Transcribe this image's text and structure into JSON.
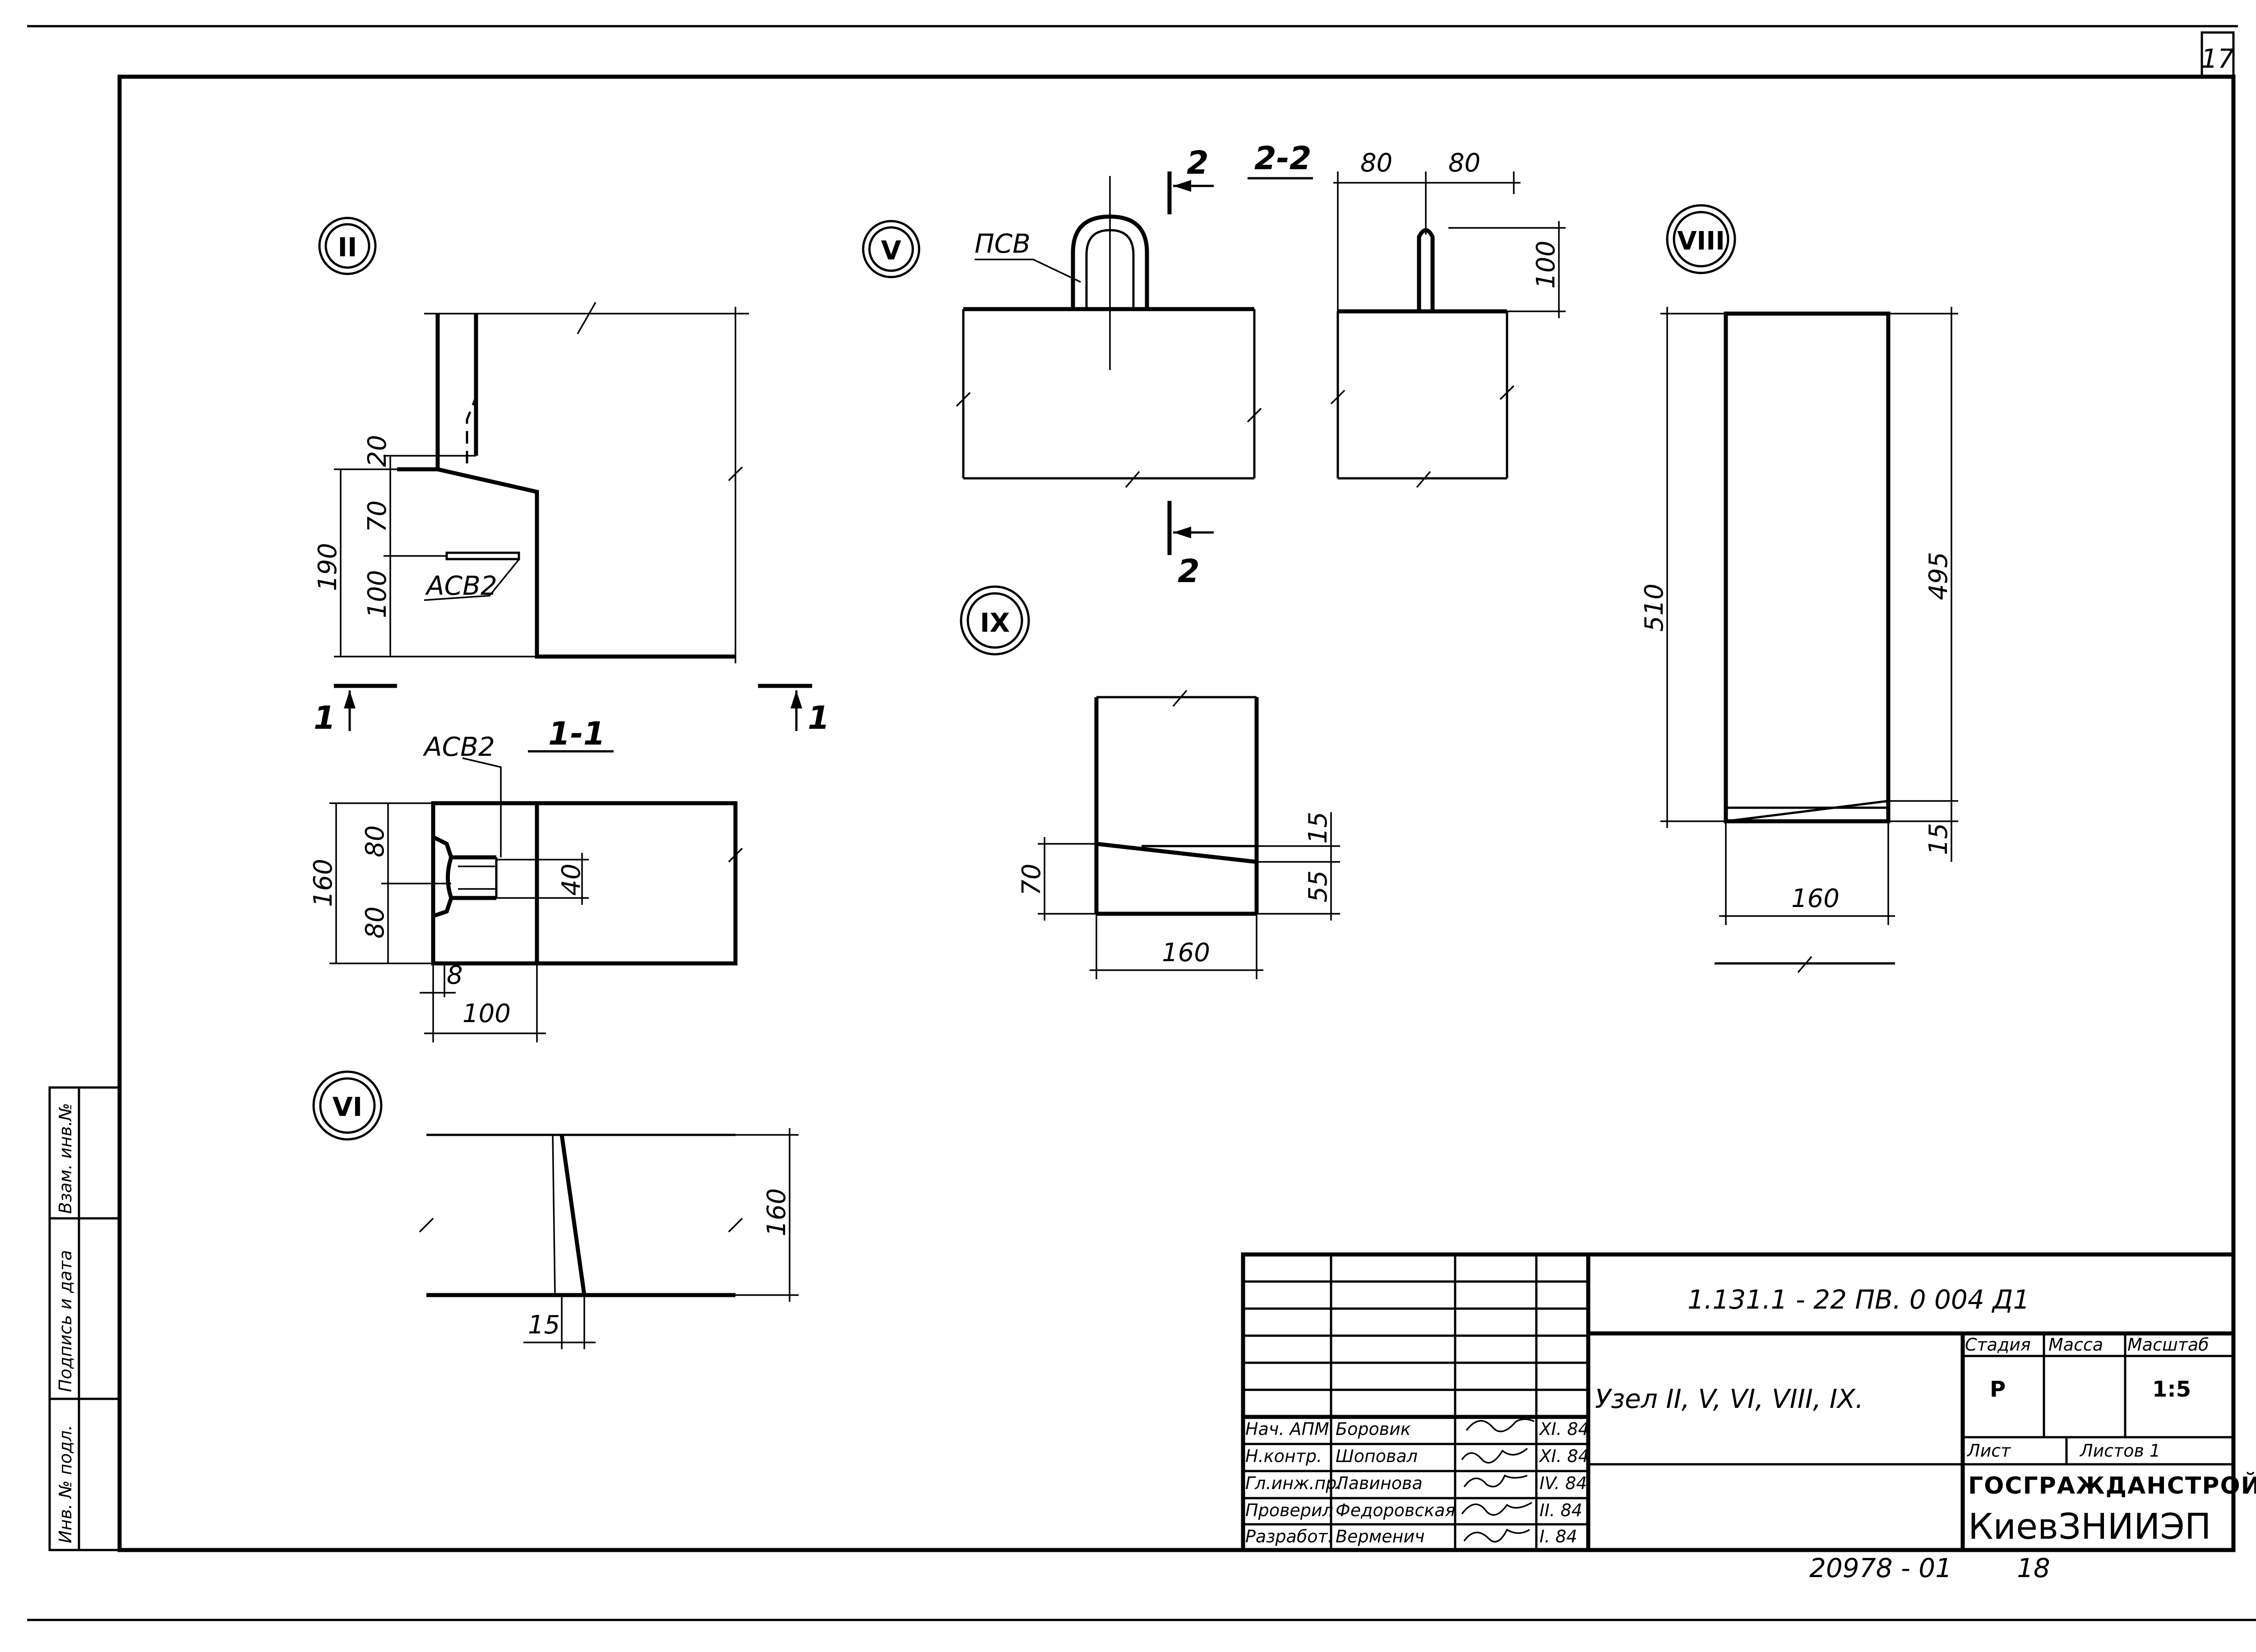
{
  "sheet_number": "17",
  "nodes": [
    {
      "id": "node-II",
      "label": "II"
    },
    {
      "id": "node-V",
      "label": "V"
    },
    {
      "id": "node-VI",
      "label": "VI"
    },
    {
      "id": "node-VIII",
      "label": "VIII"
    },
    {
      "id": "node-IX",
      "label": "IX"
    }
  ],
  "labels": {
    "section_2_2": "2-2",
    "section_1_1": "1-1",
    "cut_1": "1",
    "cut_2": "2",
    "psv": "ПСВ",
    "asv2": "АСВ2"
  },
  "dimensions": {
    "node_II": {
      "d20": "20",
      "d70": "70",
      "d100": "100",
      "d190": "190",
      "d80a": "80",
      "d80b": "80",
      "d160": "160",
      "d40": "40",
      "d8": "8",
      "d100b": "100"
    },
    "node_V": {
      "d80a": "80",
      "d80b": "80",
      "d100": "100"
    },
    "node_VIII": {
      "d510": "510",
      "d495": "495",
      "d15": "15",
      "d160": "160"
    },
    "node_IX": {
      "d70": "70",
      "d15": "15",
      "d55": "55",
      "d160": "160"
    },
    "node_VI": {
      "d160": "160",
      "d15": "15"
    }
  },
  "side_stamp": {
    "inv_podl": "Инв. № подл.",
    "podpis_data": "Подпись и дата",
    "vzam_inv": "Взам. инв.№"
  },
  "title_block": {
    "doc_code": "1.131.1 - 22 ПВ. 0   004   Д1",
    "title": "Узел II, V, VI, VIII, IX.",
    "stage_header": "Стадия",
    "mass_header": "Масса",
    "scale_header": "Масштаб",
    "stage": "Р",
    "scale": "1:5",
    "sheet_label": "Лист",
    "sheets_label": "Листов 1",
    "org1": "ГОСГРАЖДАНСТРОЙ",
    "org2": "КиевЗНИИЭП",
    "people": [
      {
        "role": "Нач. АПМ",
        "name": "Боровик",
        "date": "XI. 84"
      },
      {
        "role": "Н.контр.",
        "name": "Шоповал",
        "date": "XI. 84"
      },
      {
        "role": "Гл.инж.пр.",
        "name": "Лавинова",
        "date": "IV. 84"
      },
      {
        "role": "Проверил",
        "name": "Федоровская",
        "date": "II. 84"
      },
      {
        "role": "Разработ.",
        "name": "Верменич",
        "date": "I. 84"
      }
    ]
  },
  "footer": {
    "archive_no": "20978 - 01",
    "page_no": "18"
  }
}
